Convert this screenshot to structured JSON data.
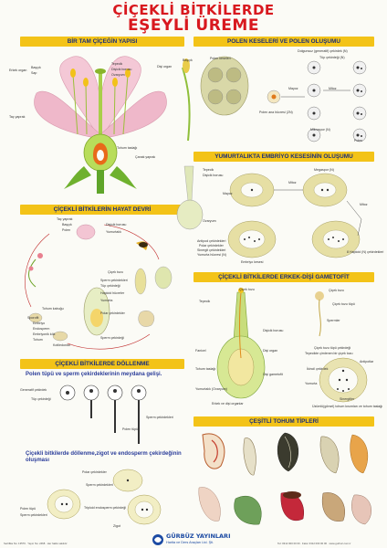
{
  "title": {
    "line1": "ÇİÇEKLİ BİTKİLERDE",
    "line2": "EŞEYLİ ÜREME"
  },
  "sections": {
    "flower": {
      "header": "BİR TAM ÇİÇEĞİN YAPISI",
      "labels": [
        "Tepecik",
        "Dişicik borusu",
        "Dişi organ",
        "Ovaryum",
        "Başçık",
        "Sap",
        "Erkek organ",
        "Taç yaprak",
        "Tohum taslağı",
        "Çanak yaprak"
      ]
    },
    "pollen": {
      "header": "POLEN KESELERİ VE POLEN OLUŞUMU",
      "labels": [
        "Başçık",
        "Polen keseleri",
        "Dolgunsuz (generatif) çekirdek (N)",
        "Tüp çekirdeği (N)",
        "Mayoz",
        "Mitoz",
        "Polen ana hücresi (2N)",
        "Mikrospor (N)",
        "Polen"
      ]
    },
    "lifecycle": {
      "header": "ÇİÇEKLİ BİTKİLERİN HAYAT DEVRİ",
      "labels": [
        "Taç yaprak",
        "Başçık",
        "Dişicik borusu",
        "Polen",
        "Yumurtalık",
        "Çiçek tozu",
        "Sperm çekirdekleri",
        "Tüp çekirdeği",
        "Haploid hücreler",
        "Yumurta",
        "Tohum kabuğu",
        "Sporofit",
        "Embriyo",
        "Endosperm",
        "Embriyonik kök",
        "Tohum",
        "Kotiledonlar",
        "Polar çekirdekler",
        "Sperm çekirdeği"
      ]
    },
    "embryo_sac": {
      "header": "YUMURTALIKTA EMBRİYO KESESİNİN OLUŞUMU",
      "labels": [
        "Tepecik",
        "Dişicik borusu",
        "Megaspor (N)",
        "Mitoz",
        "Mayoz",
        "Ovaryum",
        "Mitoz",
        "Antipod çekirdekleri",
        "Polar çekirdekler",
        "Sinergit çekirdekleri",
        "Yumurta hücresi (N)",
        "Embriyo kesesi",
        "8 Haploid (N) çekirdekleri"
      ]
    },
    "gametophyte": {
      "header": "ÇİÇEKLİ BİTKİLERDE ERKEK-DİŞİ GAMETOFİT",
      "labels": [
        "Çiçek tozu",
        "Tepecik",
        "Dişicik borusu",
        "Fanicel",
        "Dişi organ",
        "Tohum taslağı",
        "Dişi gametofit",
        "Yumurtalık (Ovaryum)",
        "Erkek ve dişi organlar",
        "Çiçek tozu",
        "Çiçek tozu tüpü",
        "Spermler",
        "Çiçek tozu tüpü çekirdeği",
        "Tepecikte çimlenen bir çiçek tozu",
        "Antipotlar",
        "İkincil çekirdek",
        "Yumurta",
        "Sinergitler",
        "Üzümlü(görsel) tohum kısımları ve tohum taslağı"
      ]
    },
    "fertilization": {
      "header": "ÇİÇEKLİ BİTKİLERDE DÖLLENME",
      "subtitle1": "Polen tüpü ve sperm çekirdeklerinin meydana gelişi.",
      "subtitle2": "Çiçekli bitkilerde döllenme,zigot ve endosperm çekirdeğinin oluşması",
      "labels": [
        "Generatif çekirdek",
        "Tüp çekirdeği",
        "Sperm çekirdekleri",
        "Polen tüpü",
        "Polar çekirdekler",
        "Sperm çekirdekleri",
        "Polen tüpü",
        "Sperm çekirdekleri",
        "Triploid endosperm çekirdeği",
        "Zigot"
      ]
    },
    "seeds": {
      "header": "ÇEŞİTLİ TOHUM TİPLERİ"
    }
  },
  "footer": {
    "logo_name": "GÜRBÜZ YAYINLARI",
    "logo_sub": "Harita ve Ders Araçları Ltd. Şti.",
    "left_text": "Sertifika No: 13579 · Yayın No: 2468 · Her hakkı saklıdır",
    "right_text": "Tel: 0312 000 00 00 · Faks: 0312 000 00 00 · www.gurbuz.com.tr"
  },
  "colors": {
    "title": "#d8181e",
    "header_bg": "#f3c318",
    "header_text": "#1b2f7a",
    "subtitle": "#2b3d9a"
  }
}
